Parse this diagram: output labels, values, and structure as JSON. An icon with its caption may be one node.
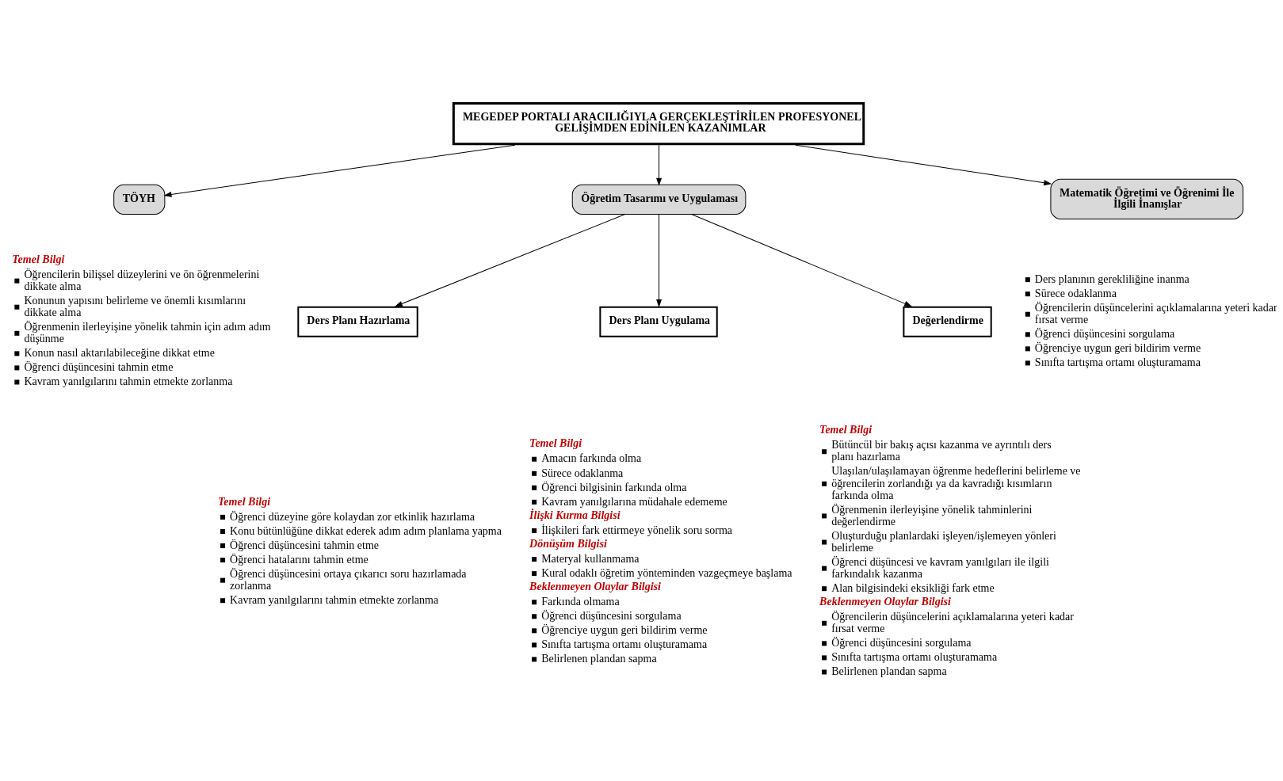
{
  "diagram": {
    "nodes": [
      {
        "text": [
          "MEGEDEP PORTALI ARACILIĞIYLA GERÇEKLEŞTİRİLEN PROFESYONEL GELİŞİMDEN EDİNİLEN KAZANIMLAR"
        ]
      },
      {
        "text": [
          "TÖYH"
        ],
        "beside": [
          "Temel Bilgi",
          "Öğrencilerin bilişsel düzeylerini ve ön öğrenmelerini dikkate alma",
          "Konunun yapısını belirleme ve önemli kısımlarını dikkate alma",
          "Öğrenmenin ilerleyişine yönelik tahmin için adım adım düşünme",
          "Konun nasıl aktarılabileceğine dikkat etme",
          "Öğrenci düşüncesini tahmin etme",
          "Kavram yanılgılarını tahmin etmekte zorlanma"
        ]
      },
      {
        "text": [
          "Öğretim Tasarımı ve Uygulaması"
        ]
      },
      {
        "text": [
          "Matematik Öğretimi ve Öğrenimi İle İlgili İnanışlar"
        ],
        "beside": [
          "Ders planının gerekliliğine inanma",
          "Sürece odaklanma",
          "Öğrencilerin düşüncelerini açıklamalarına yeteri kadar fırsat verme",
          "Öğrenci düşüncesini sorgulama",
          "Öğrenciye uygun geri bildirim verme",
          "Sınıfta tartışma ortamı oluşturamama"
        ]
      },
      {
        "text": [
          "Ders Planı Uygulama"
        ],
        "beside": [
          "Temel Bilgi",
          "Amacın farkında olma",
          "Sürece odaklanma",
          "Öğrenci bilgisinin farkında olma",
          "Kavram yanılgılarına müdahale edememe",
          "İlişki Kurma Bilgisi",
          "İlişkileri fark ettirmeye yönelik soru sorma",
          "Dönüşüm Bilgisi",
          "Materyal kullanmama",
          "Kural odaklı öğretim yönteminden vazgeçmeye başlama",
          "Beklenmeyen Olaylar Bilgisi",
          "Farkında olmama",
          "Öğrenci düşüncesini sorgulama",
          "Öğrenciye uygun geri bildirim verme",
          "Sınıfta tartışma ortamı oluşturamama",
          "Belirlenen plandan sapma"
        ]
      },
      {
        "text": [
          "Değerlendirme"
        ],
        "beside": [
          "Temel Bilgi",
          "Bütüncül bir bakış açısı kazanma ve ayrıntılı ders planı hazırlama",
          "Ulaşılan/ulaşılamayan öğrenme hedeflerini belirleme ve öğrencilerin zorlandığı ya da kavradığı kısımların farkında olma",
          "Öğrenmenin ilerleyişine yönelik tahminlerini değerlendirme",
          "Oluşturduğu planlardaki işleyen/işlemeyen yönleri belirleme",
          "Öğrenci düşüncesi ve kavram yanılgıları ile ilgili farkındalık kazanma",
          "Alan bilgisindeki eksikliği fark etme",
          "Beklenmeyen Olaylar Bilgisi",
          "Öğrencilerin düşüncelerini açıklamalarına yeteri kadar fırsat verme",
          "Öğrenci düşüncesini sorgulama",
          "Sınıfta tartışma ortamı oluşturamama",
          "Belirlenen plandan sapma"
        ]
      },
      {
        "text": [
          "Ders Planı Hazırlama"
        ],
        "beside": [
          "Temel Bilgi",
          "Öğrenci düzeyine göre kolaydan zor etkinlik hazırlama",
          "Konu bütünlüğüne dikkat ederek adım adım planlama yapma",
          "Öğrenci düşüncesini tahmin etme",
          "Öğrenci hatalarını tahmin etme",
          "Öğrenci düşüncesini ortaya çıkarıcı soru hazırlamada zorlanma",
          "Kavram yanılgılarını tahmin etmekte zorlanma"
        ]
      }
    ],
    "edges": [
      {
        "from": 0,
        "to": 1,
        "arrow": "to"
      },
      {
        "from": 0,
        "to": 2,
        "arrow": "to"
      },
      {
        "from": 0,
        "to": 3,
        "arrow": "to"
      },
      {
        "from": 2,
        "to": 6,
        "arrow": "to"
      },
      {
        "from": 2,
        "to": 4,
        "arrow": "to"
      },
      {
        "from": 2,
        "to": 5,
        "arrow": "to"
      }
    ]
  }
}
